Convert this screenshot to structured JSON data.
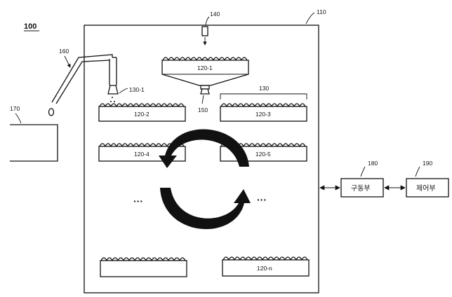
{
  "figure_number": "100",
  "labels": {
    "chamber": "110",
    "tray_group": "130",
    "nozzle_top": "140",
    "hopper_outlet": "150",
    "feeder": "160",
    "collector": "170",
    "dispenser": "130-1",
    "driver_ref": "180",
    "controller_ref": "190"
  },
  "trays": {
    "t1": "120-1",
    "t2": "120-2",
    "t3": "120-3",
    "t4": "120-4",
    "t5": "120-5",
    "tn": "120-n"
  },
  "blocks": {
    "driver": "구동부",
    "controller": "제어부"
  },
  "ellipsis": {
    "left": "···",
    "right": "···"
  }
}
